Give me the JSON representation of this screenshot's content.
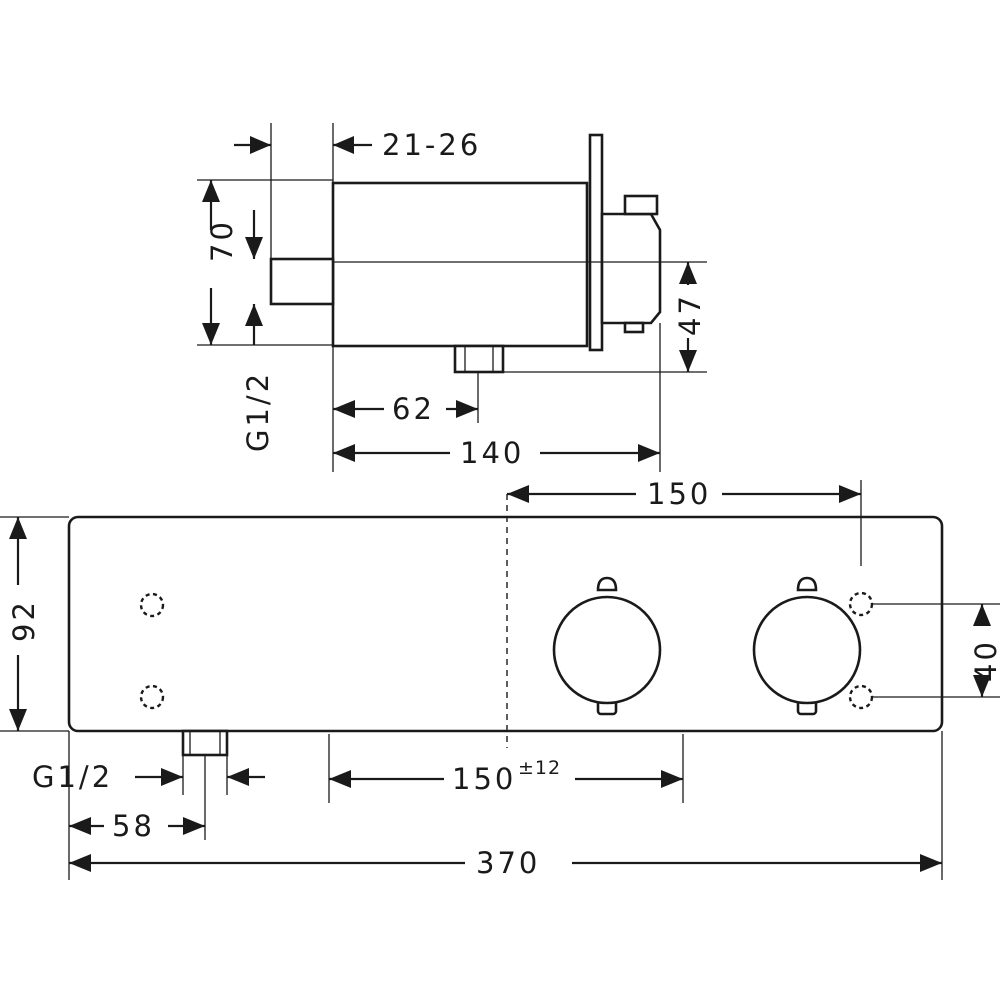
{
  "side_view": {
    "dim_setback": "21-26",
    "dim_height": "70",
    "dim_thread": "G1/2",
    "dim_outlet_offset": "62",
    "dim_depth": "140",
    "dim_outlet_height": "47"
  },
  "front_view": {
    "dim_handles_span": "150",
    "dim_height": "92",
    "dim_hole_spacing": "40",
    "dim_thread": "G1/2",
    "dim_inlet_offset": "58",
    "dim_inlet_centers": "150",
    "dim_inlet_centers_tolerance": "±12",
    "dim_total_width": "370"
  },
  "colors": {
    "line": "#1a1a1a",
    "background": "#ffffff"
  }
}
